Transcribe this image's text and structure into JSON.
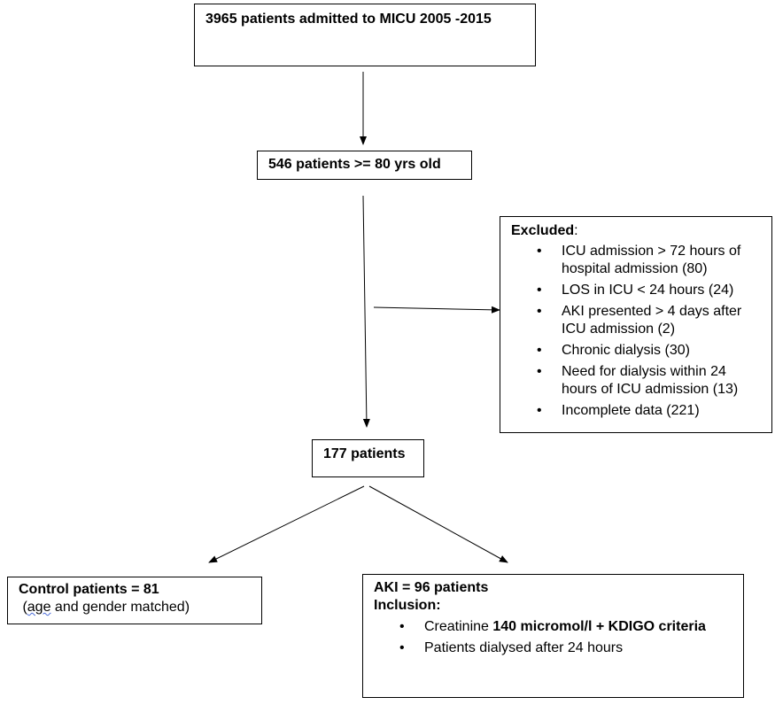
{
  "top_box": {
    "text": "3965 patients admitted to MICU 2005 -2015"
  },
  "age_box": {
    "text": "546 patients >= 80 yrs old"
  },
  "excluded_box": {
    "title": "Excluded",
    "title_suffix": ":",
    "bullet": "•",
    "items": [
      "ICU admission > 72 hours of hospital admission (80)",
      "LOS in ICU < 24 hours (24)",
      "AKI presented > 4 days after ICU admission (2)",
      "Chronic dialysis (30)",
      "Need for dialysis within 24 hours of ICU admission (13)",
      "Incomplete data (221)"
    ]
  },
  "patients_box": {
    "text": "177 patients"
  },
  "control_box": {
    "title": "Control patients = 81",
    "subtitle_prefix": " (",
    "subtitle_word": "age",
    "subtitle_rest": " and gender matched)"
  },
  "aki_box": {
    "title": "AKI = 96 patients",
    "inclusion_label": "Inclusion:",
    "bullet": "•",
    "item1_plain": "Creatinine ",
    "item1_bold": "140 micromol/l + KDIGO criteria",
    "item2": "Patients dialysed after 24 hours"
  },
  "colors": {
    "stroke": "#000000",
    "background": "#ffffff",
    "spellcheck_underline": "#4a6bd8"
  }
}
